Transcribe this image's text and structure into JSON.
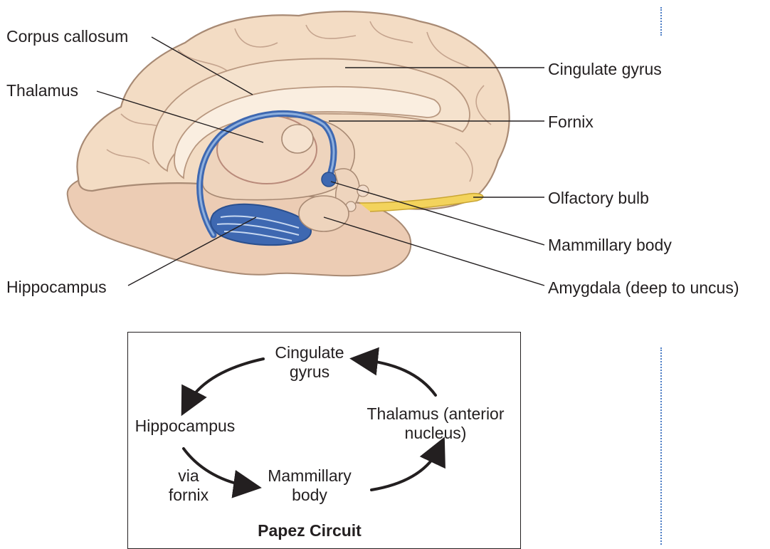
{
  "labels": {
    "corpus_callosum": "Corpus callosum",
    "thalamus": "Thalamus",
    "cingulate_gyrus": "Cingulate gyrus",
    "fornix": "Fornix",
    "olfactory_bulb": "Olfactory bulb",
    "mammillary_body": "Mammillary body",
    "hippocampus": "Hippocampus",
    "amygdala": "Amygdala (deep to uncus)"
  },
  "papez": {
    "cingulate_line1": "Cingulate",
    "cingulate_line2": "gyrus",
    "hippocampus": "Hippocampus",
    "thalamus_line1": "Thalamus (anterior",
    "thalamus_line2": "nucleus)",
    "via_line1": "via",
    "via_line2": "fornix",
    "mammillary_line1": "Mammillary",
    "mammillary_line2": "body",
    "title": "Papez Circuit"
  },
  "colors": {
    "brain_fill": "#f3dcc4",
    "brain_outline": "#a88a74",
    "inner_fill": "#f8ead9",
    "cerebellum_fill": "#ecccb4",
    "fornix_blue": "#3e68b1",
    "fornix_light": "#8fb0dd",
    "olfactory_yellow": "#f3d35c",
    "leader_line": "#231f20",
    "dotted_rule": "#4b7cc4"
  }
}
